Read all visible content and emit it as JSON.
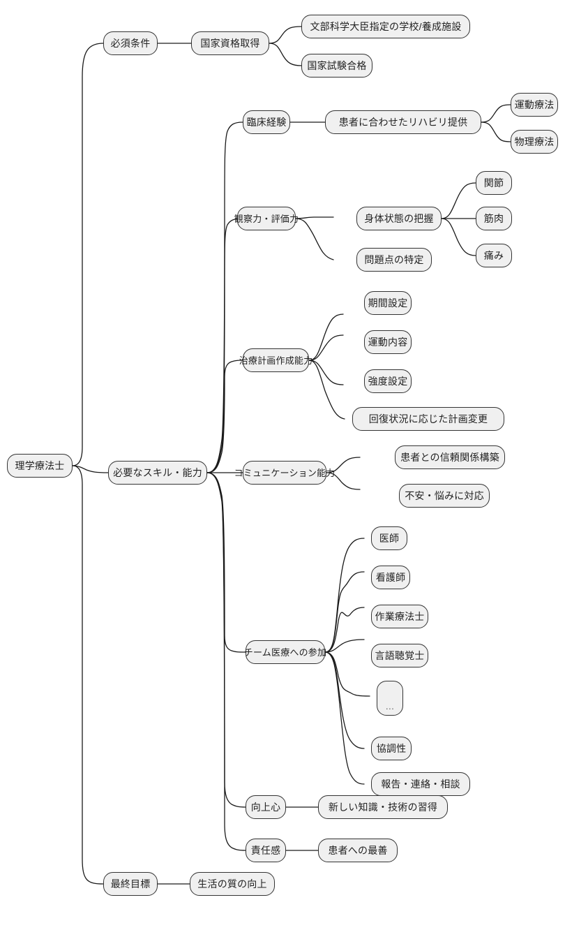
{
  "diagram": {
    "type": "mindmap",
    "title": "理学療法士",
    "language": "ja",
    "orientation": "left-to-right",
    "style": {
      "node_fill": "#f0f0f0",
      "node_stroke": "#333333",
      "edge_stroke": "#1a1a1a",
      "background": "#ffffff",
      "text_color": "#222222"
    }
  },
  "nodes": {
    "root": "理学療法士",
    "n_hissu": "必須条件",
    "n_kokka": "国家資格取得",
    "n_monbu": "文部科学大臣指定の学校/養成施設",
    "n_shiken": "国家試験合格",
    "n_skill": "必要なスキル・能力",
    "n_rinsho": "臨床経験",
    "n_rehabi": "患者に合わせたリハビリ提供",
    "n_undou": "運動療法",
    "n_butsuri": "物理療法",
    "n_kansatsu": "観察力・評価力",
    "n_shintai": "身体状態の把握",
    "n_kansetsu": "関節",
    "n_kinniku": "筋肉",
    "n_itami": "痛み",
    "n_mondai": "問題点の特定",
    "n_chiryo": "治療計画作成能力",
    "n_kikan": "期間設定",
    "n_undounaiyou": "運動内容",
    "n_kyoudo": "強度設定",
    "n_kaifuku": "回復状況に応じた計画変更",
    "n_comm": "コミュニケーション能力",
    "n_shinrai": "患者との信頼関係構築",
    "n_fuan": "不安・悩みに対応",
    "n_team": "チーム医療への参加",
    "n_ishi": "医師",
    "n_kango": "看護師",
    "n_sagyou": "作業療法士",
    "n_gengo": "言語聴覚士",
    "n_etc": "…",
    "n_kyouchou": "協調性",
    "n_houkoku": "報告・連絡・相談",
    "n_koujou": "向上心",
    "n_chishiki": "新しい知識・技術の習得",
    "n_sekinin": "責任感",
    "n_saizen": "患者への最善",
    "n_goal": "最終目標",
    "n_qol": "生活の質の向上"
  },
  "tree": [
    {
      "label": "必須条件",
      "children": [
        {
          "label": "国家資格取得",
          "children": [
            {
              "label": "文部科学大臣指定の学校/養成施設"
            },
            {
              "label": "国家試験合格"
            }
          ]
        }
      ]
    },
    {
      "label": "必要なスキル・能力",
      "children": [
        {
          "label": "臨床経験",
          "children": [
            {
              "label": "患者に合わせたリハビリ提供",
              "children": [
                {
                  "label": "運動療法"
                },
                {
                  "label": "物理療法"
                }
              ]
            }
          ]
        },
        {
          "label": "観察力・評価力",
          "children": [
            {
              "label": "身体状態の把握",
              "children": [
                {
                  "label": "関節"
                },
                {
                  "label": "筋肉"
                },
                {
                  "label": "痛み"
                }
              ]
            },
            {
              "label": "問題点の特定"
            }
          ]
        },
        {
          "label": "治療計画作成能力",
          "children": [
            {
              "label": "期間設定"
            },
            {
              "label": "運動内容"
            },
            {
              "label": "強度設定"
            },
            {
              "label": "回復状況に応じた計画変更"
            }
          ]
        },
        {
          "label": "コミュニケーション能力",
          "children": [
            {
              "label": "患者との信頼関係構築"
            },
            {
              "label": "不安・悩みに対応"
            }
          ]
        },
        {
          "label": "チーム医療への参加",
          "children": [
            {
              "label": "医師"
            },
            {
              "label": "看護師"
            },
            {
              "label": "作業療法士"
            },
            {
              "label": "言語聴覚士"
            },
            {
              "label": "…"
            },
            {
              "label": "協調性"
            },
            {
              "label": "報告・連絡・相談"
            }
          ]
        },
        {
          "label": "向上心",
          "children": [
            {
              "label": "新しい知識・技術の習得"
            }
          ]
        },
        {
          "label": "責任感",
          "children": [
            {
              "label": "患者への最善"
            }
          ]
        }
      ]
    },
    {
      "label": "最終目標",
      "children": [
        {
          "label": "生活の質の向上"
        }
      ]
    }
  ]
}
